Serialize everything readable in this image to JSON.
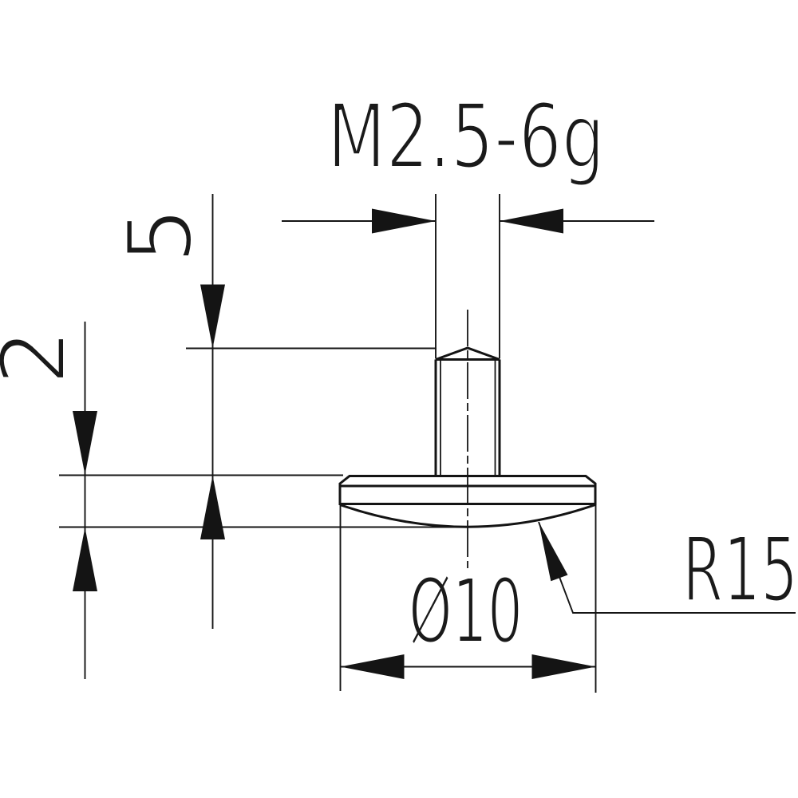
{
  "drawing": {
    "labels": {
      "thread_spec": "M2.5-6g",
      "stem_length": "5",
      "head_height": "2",
      "head_diameter": "Ø10",
      "face_radius": "R15"
    },
    "colors": {
      "line": "#141414",
      "background": "#ffffff"
    }
  }
}
